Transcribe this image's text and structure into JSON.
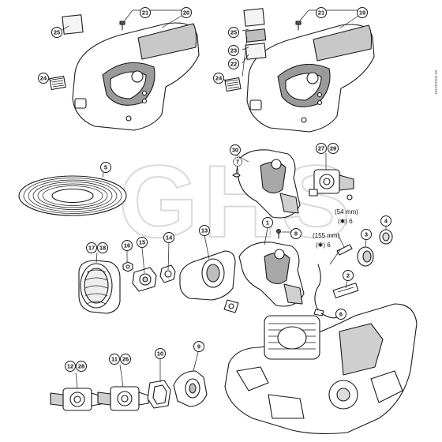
{
  "watermark": "GHS",
  "reference_code": "104GET003 AB",
  "callouts": {
    "c1": "1",
    "c2": "2",
    "c3": "3",
    "c4": "4",
    "c5": "5",
    "c6": "6",
    "c7": "7",
    "c8": "8",
    "c9": "9",
    "c10": "10",
    "c11": "11",
    "c13": "13",
    "c14": "14",
    "c15": "15",
    "c16": "16",
    "c17": "17",
    "c18": "18",
    "c19": "19",
    "c20": "20",
    "c21a": "21",
    "c21b": "21",
    "c22": "22",
    "c23": "23",
    "c24a": "24",
    "c24b": "24",
    "c25a": "25",
    "c25b": "25",
    "c26": "26",
    "c27": "27",
    "c28": "28",
    "c29": "29",
    "c30": "30",
    "c12": "12"
  },
  "dimensions": {
    "hose_short": "(54 mm)",
    "hose_short_qty": "(✱) 6",
    "hose_long": "(155 mm)",
    "hose_long_qty": "(✱) 6"
  },
  "colors": {
    "line": "#1a1a1a",
    "shade": "#bdbdbd",
    "light_shade": "#e6e6e6",
    "watermark": "#d9d9d9"
  }
}
